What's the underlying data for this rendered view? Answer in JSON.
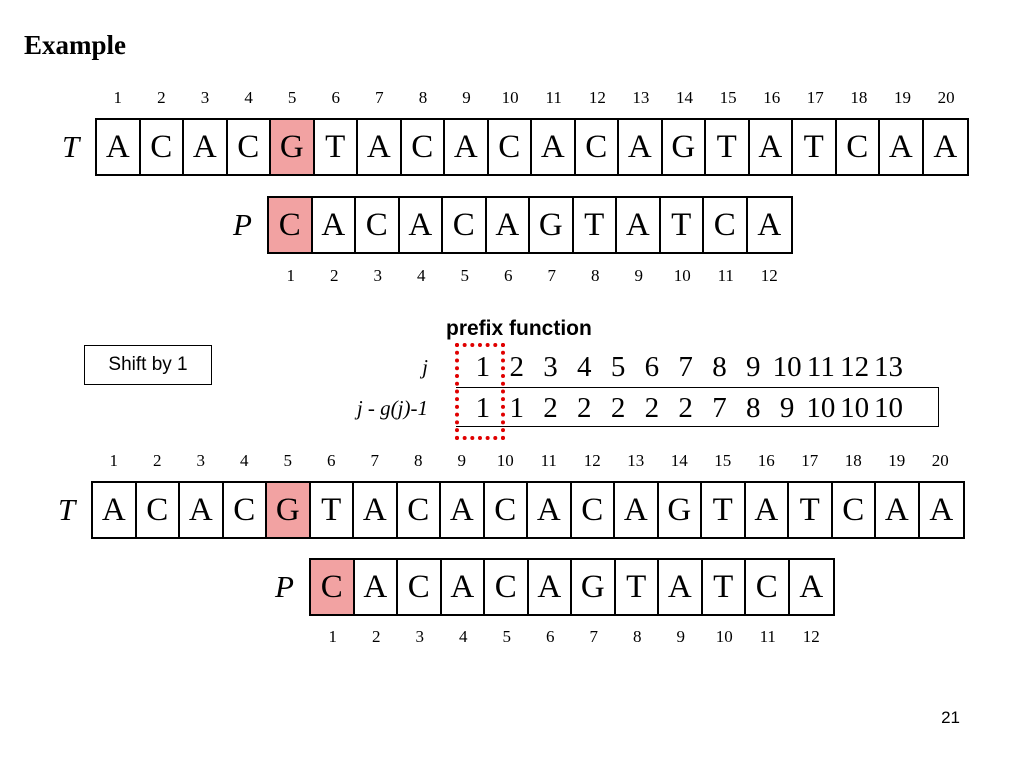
{
  "slide": {
    "title": "Example",
    "page_number": "21",
    "highlight_color": "#f2a2a2",
    "marker_color": "#e00000"
  },
  "top": {
    "t_label": "T",
    "t_positions": [
      "1",
      "2",
      "3",
      "4",
      "5",
      "6",
      "7",
      "8",
      "9",
      "10",
      "11",
      "12",
      "13",
      "14",
      "15",
      "16",
      "17",
      "18",
      "19",
      "20"
    ],
    "t_chars": [
      "A",
      "C",
      "A",
      "C",
      "G",
      "T",
      "A",
      "C",
      "A",
      "C",
      "A",
      "C",
      "A",
      "G",
      "T",
      "A",
      "T",
      "C",
      "A",
      "A"
    ],
    "t_highlight_index": 5,
    "p_label": "P",
    "p_chars": [
      "C",
      "A",
      "C",
      "A",
      "C",
      "A",
      "G",
      "T",
      "A",
      "T",
      "C",
      "A"
    ],
    "p_positions": [
      "1",
      "2",
      "3",
      "4",
      "5",
      "6",
      "7",
      "8",
      "9",
      "10",
      "11",
      "12"
    ],
    "p_highlight_index": 1
  },
  "shift": {
    "label": "Shift by 1"
  },
  "prefix": {
    "heading": "prefix function",
    "j_label": "j",
    "g_label": "j - g(j)-1",
    "j_values": [
      "1",
      "2",
      "3",
      "4",
      "5",
      "6",
      "7",
      "8",
      "9",
      "10",
      "11",
      "12",
      "13"
    ],
    "g_values": [
      "1",
      "1",
      "2",
      "2",
      "2",
      "2",
      "2",
      "7",
      "8",
      "9",
      "10",
      "10",
      "10"
    ]
  },
  "bottom": {
    "t_label": "T",
    "t_positions": [
      "1",
      "2",
      "3",
      "4",
      "5",
      "6",
      "7",
      "8",
      "9",
      "10",
      "11",
      "12",
      "13",
      "14",
      "15",
      "16",
      "17",
      "18",
      "19",
      "20"
    ],
    "t_chars": [
      "A",
      "C",
      "A",
      "C",
      "G",
      "T",
      "A",
      "C",
      "A",
      "C",
      "A",
      "C",
      "A",
      "G",
      "T",
      "A",
      "T",
      "C",
      "A",
      "A"
    ],
    "t_highlight_index": 5,
    "p_label": "P",
    "p_chars": [
      "C",
      "A",
      "C",
      "A",
      "C",
      "A",
      "G",
      "T",
      "A",
      "T",
      "C",
      "A"
    ],
    "p_positions": [
      "1",
      "2",
      "3",
      "4",
      "5",
      "6",
      "7",
      "8",
      "9",
      "10",
      "11",
      "12"
    ],
    "p_highlight_index": 1
  }
}
